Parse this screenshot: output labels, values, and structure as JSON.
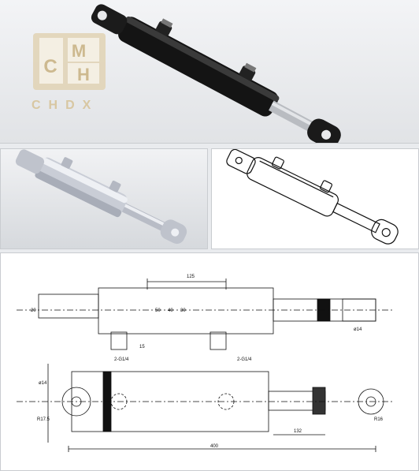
{
  "brand": {
    "logo_letters": "CHDX",
    "logo_monogram": "CMH"
  },
  "drawing": {
    "dim_125": "125",
    "dim_15_left": "15",
    "dim_20_top": "20",
    "dim_30": "30",
    "dim_40": "40",
    "dim_50": "50",
    "dim_phi14_top": "ø14",
    "dim_g14_left": "2-G1/4",
    "dim_g14_right": "2-G1/4",
    "dim_phi14_bottom": "ø14",
    "dim_r175": "R17.5",
    "dim_r16": "R16",
    "dim_132": "132",
    "dim_400": "400"
  },
  "colors": {
    "logo": "#d8c7a2",
    "cylinder_black": "#141414",
    "cylinder_grey": "#c9cdd6"
  }
}
